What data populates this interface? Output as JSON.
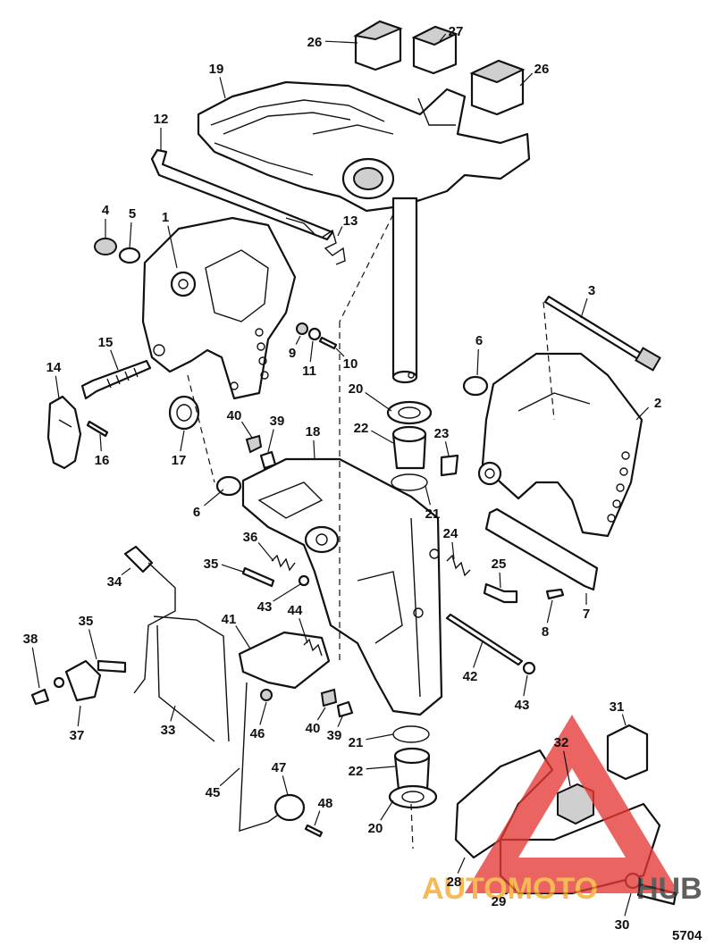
{
  "figure_ref": "5704",
  "callouts": [
    "1",
    "2",
    "3",
    "4",
    "5",
    "6",
    "6",
    "7",
    "8",
    "9",
    "10",
    "11",
    "12",
    "13",
    "14",
    "15",
    "16",
    "17",
    "18",
    "19",
    "20",
    "20",
    "21",
    "21",
    "22",
    "22",
    "23",
    "24",
    "25",
    "26",
    "26",
    "27",
    "28",
    "29",
    "30",
    "31",
    "32",
    "33",
    "34",
    "35",
    "35",
    "36",
    "37",
    "38",
    "39",
    "39",
    "40",
    "40",
    "41",
    "42",
    "43",
    "43",
    "44",
    "45",
    "46",
    "47",
    "48"
  ],
  "watermark": {
    "text_left": "AUTOMOTO",
    "text_right": "HUB",
    "color_primary": "#e53935",
    "color_secondary": "#f5a623",
    "color_dark": "#333333"
  }
}
